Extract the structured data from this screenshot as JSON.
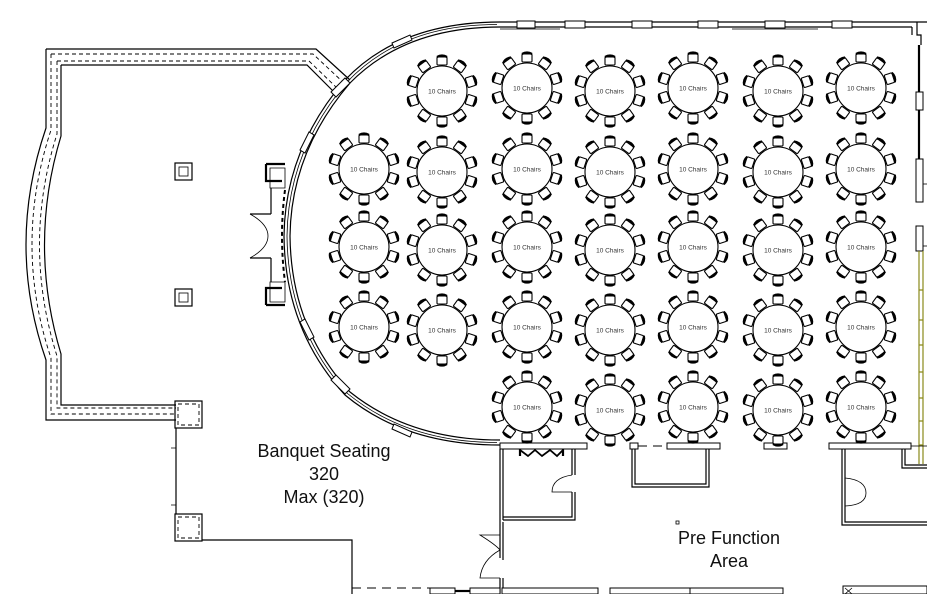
{
  "floor_plan": {
    "banquet_room": {
      "name": "Banquet Seating",
      "capacity": "320",
      "max": "Max (320)"
    },
    "pre_function": {
      "line1": "Pre Function",
      "line2": "Area"
    },
    "table_label": "10 Chairs",
    "chairs_per_table": 10,
    "table_rows": [
      {
        "row": 1,
        "columns": [
          2,
          3,
          4,
          5,
          6,
          7
        ]
      },
      {
        "row": 2,
        "columns": [
          1,
          2,
          3,
          4,
          5,
          6,
          7
        ]
      },
      {
        "row": 3,
        "columns": [
          1,
          2,
          3,
          4,
          5,
          6,
          7
        ]
      },
      {
        "row": 4,
        "columns": [
          1,
          2,
          3,
          4,
          5,
          6,
          7
        ]
      },
      {
        "row": 5,
        "columns": [
          3,
          4,
          5,
          6,
          7
        ]
      }
    ],
    "table_count": 32,
    "colors": {
      "lines": "#000000",
      "accent_wall": "#8a8a1a",
      "label_text": "#333333"
    }
  }
}
